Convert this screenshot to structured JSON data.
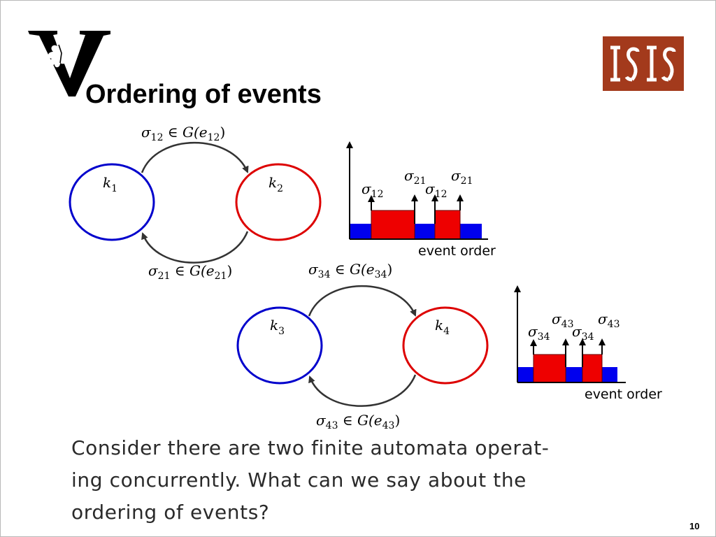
{
  "slide": {
    "title": "Ordering of events",
    "page_number": "10",
    "body_lines": [
      "Consider there are two finite automata operat-",
      "ing concurrently.  What can we say about the",
      "ordering of events?"
    ]
  },
  "logos": {
    "left_logo_icon": "vanderbilt-v-oak-leaf",
    "right_logo_text": "ISIS",
    "right_logo_bg": "#a33a1c"
  },
  "colors": {
    "automaton_blue": "#0000cc",
    "automaton_red": "#dd0000",
    "bar_blue": "#0000ee",
    "bar_red": "#ee0000",
    "arc": "#333333"
  },
  "system1": {
    "state_left": {
      "sym": "k",
      "sub": "1"
    },
    "state_right": {
      "sym": "k",
      "sub": "2"
    },
    "top_transition": {
      "sym": "σ",
      "sub": "12",
      "rel": " ∈ ",
      "fn": "G(",
      "arg": "e",
      "arg_sub": "12",
      "close": ")"
    },
    "bottom_transition": {
      "sym": "σ",
      "sub": "21",
      "rel": " ∈ ",
      "fn": "G(",
      "arg": "e",
      "arg_sub": "21",
      "close": ")"
    },
    "chart_xlabel": "event order",
    "event_labels": [
      {
        "sym": "σ",
        "sub": "12"
      },
      {
        "sym": "σ",
        "sub": "21"
      },
      {
        "sym": "σ",
        "sub": "12"
      },
      {
        "sym": "σ",
        "sub": "21"
      }
    ]
  },
  "system2": {
    "state_left": {
      "sym": "k",
      "sub": "3"
    },
    "state_right": {
      "sym": "k",
      "sub": "4"
    },
    "top_transition": {
      "sym": "σ",
      "sub": "34",
      "rel": " ∈ ",
      "fn": "G(",
      "arg": "e",
      "arg_sub": "34",
      "close": ")"
    },
    "bottom_transition": {
      "sym": "σ",
      "sub": "43",
      "rel": " ∈ ",
      "fn": "G(",
      "arg": "e",
      "arg_sub": "43",
      "close": ")"
    },
    "chart_xlabel": "event order",
    "event_labels": [
      {
        "sym": "σ",
        "sub": "34"
      },
      {
        "sym": "σ",
        "sub": "43"
      },
      {
        "sym": "σ",
        "sub": "34"
      },
      {
        "sym": "σ",
        "sub": "43"
      }
    ]
  }
}
